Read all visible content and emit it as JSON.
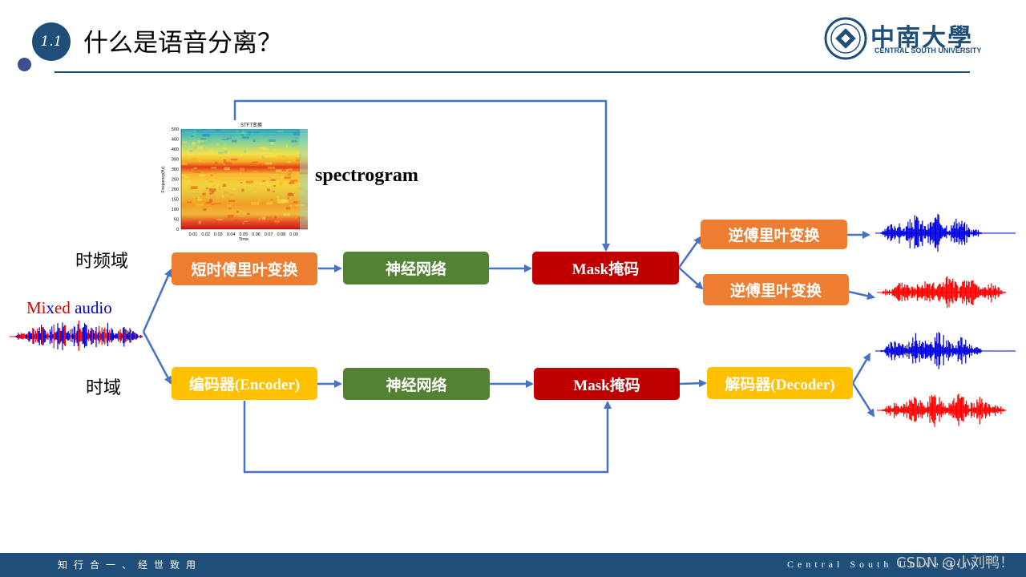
{
  "header": {
    "section_number": "1.1",
    "title": "什么是语音分离？",
    "logo_cn": "中南大學",
    "logo_en": "CENTRAL SOUTH UNIVERSITY"
  },
  "diagram": {
    "input_label_mixed": "Mi",
    "input_label_x": "x",
    "input_label_ed": "ed",
    "input_label_audio": " audio",
    "row_tf_label": "时频域",
    "row_t_label": "时域",
    "spectrogram_label": "spectrogram",
    "spectrogram_title": "STFT变换",
    "spectrogram_xlabel": "Time",
    "spectrogram_ylabel": "Frequency(Hz)",
    "spectrogram_yticks": [
      "500",
      "450",
      "400",
      "350",
      "300",
      "250",
      "200",
      "150",
      "100",
      "50",
      "0"
    ],
    "spectrogram_xticks": [
      "0.01",
      "0.02",
      "0.03",
      "0.04",
      "0.05",
      "0.06",
      "0.07",
      "0.08",
      "0.09"
    ],
    "tf_row": {
      "stft": "短时傅里叶变换",
      "nn": "神经网络",
      "mask": "Mask掩码",
      "istft_1": "逆傅里叶变换",
      "istft_2": "逆傅里叶变换"
    },
    "t_row": {
      "encoder": "编码器(Encoder)",
      "nn": "神经网络",
      "mask": "Mask掩码",
      "decoder": "解码器(Decoder)"
    },
    "colors": {
      "arrow": "#4472c4",
      "speaker1": "#0000e0",
      "speaker2": "#ff0000",
      "orange": "#ed7d31",
      "green": "#548235",
      "red": "#c00000",
      "yellow": "#ffc000"
    }
  },
  "footer": {
    "motto": "知行合一、经世致用",
    "university": "Central South University",
    "watermark": "CSDN @小刘鸭！"
  }
}
